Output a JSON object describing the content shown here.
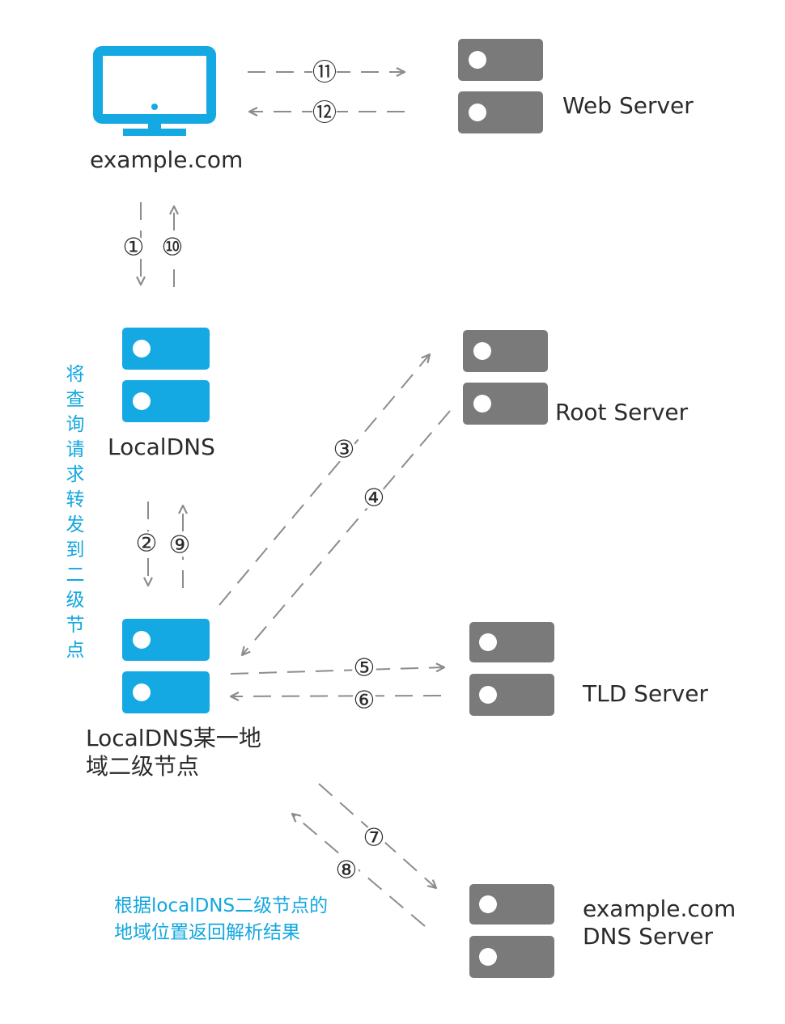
{
  "colors": {
    "blue": "#14a9e2",
    "gray": "#7a7a7a",
    "arrow": "#8c8c8c",
    "note": "#12a7df",
    "text": "#2b2b2b"
  },
  "icons": {
    "client": "monitor-icon",
    "server": "server-icon"
  },
  "nodes": {
    "client": "example.com",
    "web_server": "Web Server",
    "local_dns": "LocalDNS",
    "local_dns_node_line1": "LocalDNS某一地",
    "local_dns_node_line2": "域二级节点",
    "root_server": "Root Server",
    "tld_server": "TLD Server",
    "auth_dns_line1": "example.com",
    "auth_dns_line2": "DNS Server"
  },
  "notes": {
    "forward": "将查询请求转发到二级节点",
    "return_line1": "根据localDNS二级节点的",
    "return_line2": "地域位置返回解析结果"
  },
  "steps": [
    "①",
    "②",
    "③",
    "④",
    "⑤",
    "⑥",
    "⑦",
    "⑧",
    "⑨",
    "⑩",
    "⑪",
    "⑫"
  ]
}
